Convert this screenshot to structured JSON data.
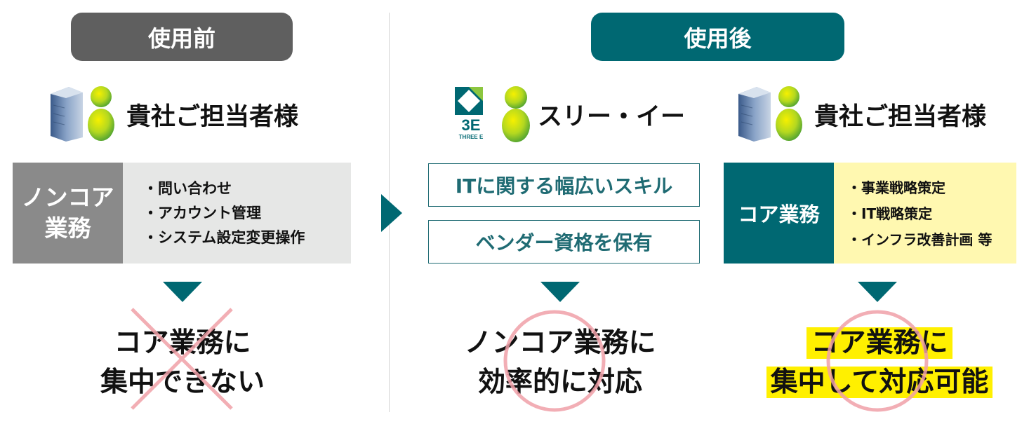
{
  "before": {
    "header": "使用前",
    "who": "貴社ご担当者様",
    "box_label": [
      "ノンコア",
      "業務"
    ],
    "tasks": [
      "・問い合わせ",
      "・アカウント管理",
      "・システム設定変更操作"
    ],
    "result": [
      "コア業務に",
      "集中できない"
    ]
  },
  "after": {
    "header": "使用後",
    "vendor": {
      "name": "スリー・イー",
      "logo_text": "3E THREE E",
      "skills": [
        "ITに関する幅広いスキル",
        "ベンダー資格を保有"
      ],
      "result": [
        "ノンコア業務に",
        "効率的に対応"
      ]
    },
    "client": {
      "who": "貴社ご担当者様",
      "box_label": "コア業務",
      "tasks": [
        "・事業戦略策定",
        "・IT戦略策定",
        "・インフラ改善計画 等"
      ],
      "result": [
        "コア業務に",
        "集中して対応可能"
      ]
    }
  },
  "colors": {
    "teal": "#006872",
    "gray": "#5f5f5f",
    "pink": "#f0a0a8",
    "yellow": "#fff000"
  }
}
